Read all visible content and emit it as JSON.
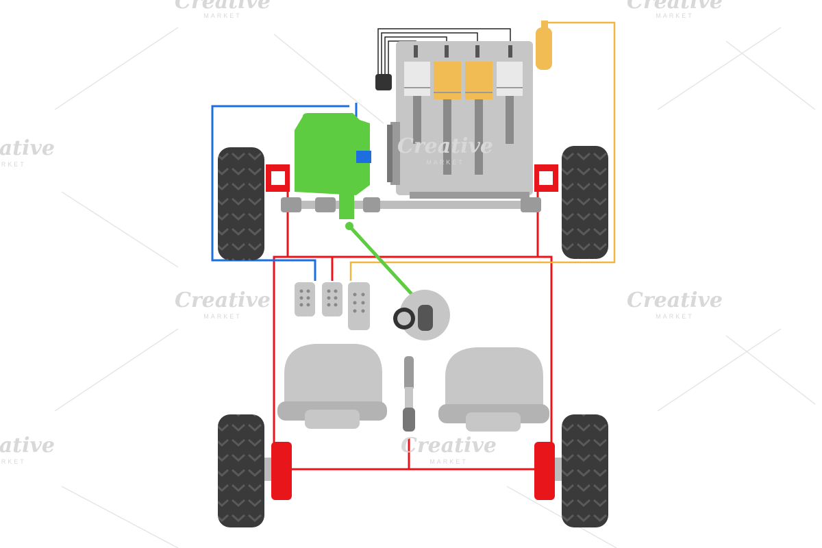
{
  "watermark": {
    "brand": "Creative",
    "subtitle": "MARKET"
  },
  "colors": {
    "background": "#ffffff",
    "tire": "#3a3a3a",
    "tire_tread": "#5a5a5a",
    "brake": "#e8151b",
    "brake_line": "#e8151b",
    "clutch_line": "#1d6fe0",
    "throttle_line": "#f0b640",
    "shift_linkage": "#5dcc41",
    "gearbox": "#5dcc41",
    "engine_block": "#c6c6c6",
    "engine_dark": "#9a9a9a",
    "piston_active": "#f2bc55",
    "piston_idle": "#e9e9e9",
    "seat": "#c7c7c7",
    "seat_dark": "#b3b3b3",
    "wiring": "#222222",
    "watermark": "#dcdcdc"
  },
  "parts": {
    "engine": "engine-icon",
    "gearbox": "gearbox-icon",
    "ignition_coil": "ignition-coil-icon",
    "fuel_filter": "fuel-filter-icon",
    "pedals": [
      "clutch-pedal-icon",
      "brake-pedal-icon",
      "accelerator-pedal-icon"
    ],
    "gear_shifter": "gear-shifter-icon",
    "handbrake": "handbrake-icon",
    "seats": [
      "left-seat-icon",
      "right-seat-icon"
    ],
    "wheels": [
      "front-left-wheel",
      "front-right-wheel",
      "rear-left-wheel",
      "rear-right-wheel"
    ]
  }
}
